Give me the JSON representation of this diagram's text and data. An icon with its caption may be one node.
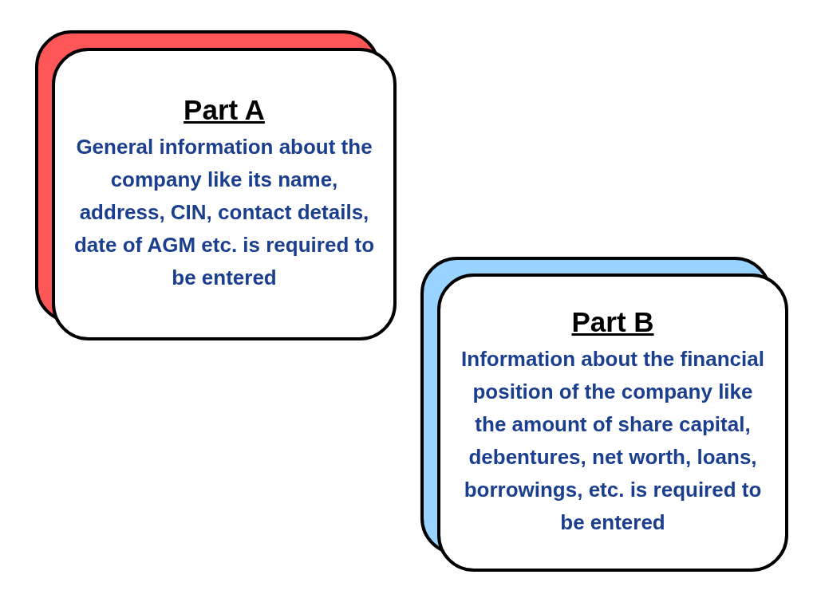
{
  "diagram": {
    "nodes": [
      {
        "text": [
          "Part A",
          "General information about the company like its name, address, CIN, contact details, date of AGM etc. is required to be entered"
        ]
      },
      {
        "text": [
          "Part B",
          "Information about the financial position of the company like the amount of share capital, debentures, net worth, loans, borrowings, etc. is required to be entered"
        ]
      }
    ]
  }
}
